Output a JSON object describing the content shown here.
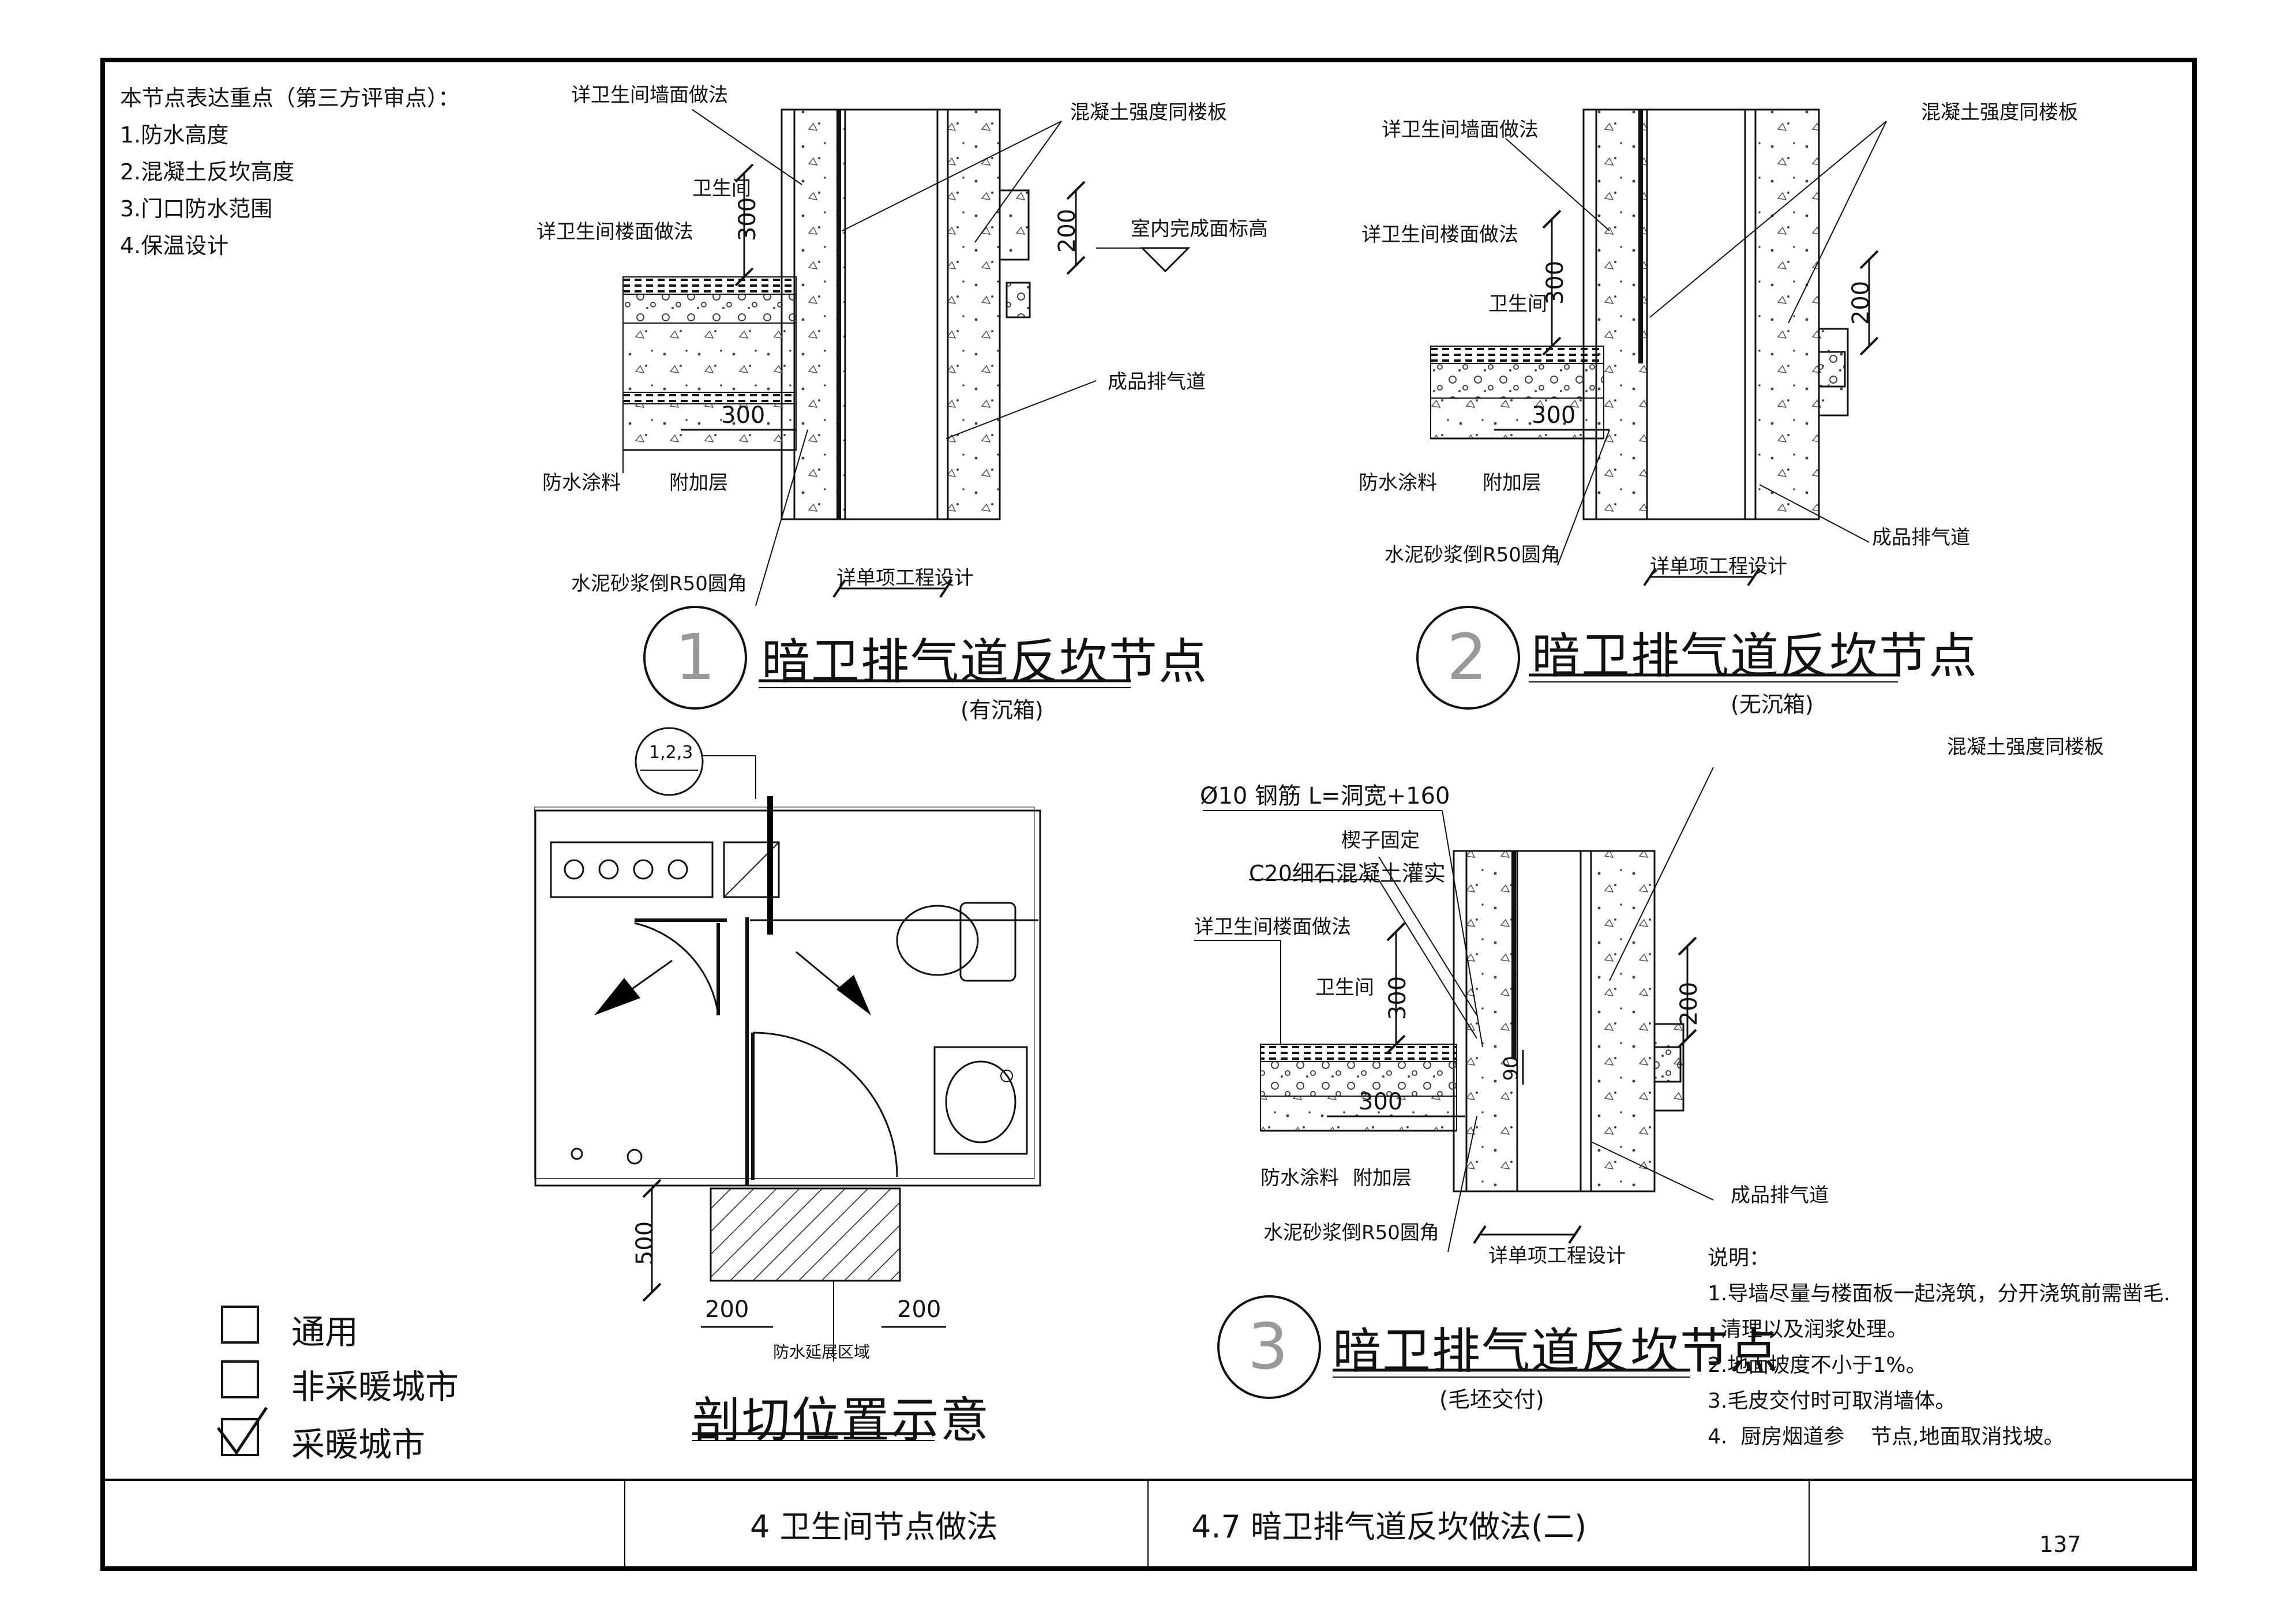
{
  "focus_points": {
    "heading": "本节点表达重点（第三方评审点）：",
    "items": [
      "1.防水高度",
      "2.混凝土反坎高度",
      "3.门口防水范围",
      "4.保温设计"
    ]
  },
  "node1": {
    "number": "1",
    "title": "暗卫排气道反坎节点",
    "subtitle": "(有沉箱)",
    "labels": {
      "wall_finish": "详卫生间墙面做法",
      "floor_finish": "详卫生间楼面做法",
      "room": "卫生间",
      "concrete": "混凝土强度同楼板",
      "floor_level": "室内完成面标高",
      "duct": "成品排气道",
      "waterproof": "防水涂料",
      "extra_layer": "附加层",
      "mortar": "水泥砂浆倒R50圆角",
      "project": "详单项工程设计"
    },
    "dims": {
      "wp_height": "300",
      "curb_height": "200",
      "extra_width": "300"
    }
  },
  "node2": {
    "number": "2",
    "title": "暗卫排气道反坎节点",
    "subtitle": "(无沉箱)",
    "labels": {
      "wall_finish": "详卫生间墙面做法",
      "floor_finish": "详卫生间楼面做法",
      "room": "卫生间",
      "concrete": "混凝土强度同楼板",
      "duct": "成品排气道",
      "waterproof": "防水涂料",
      "extra_layer": "附加层",
      "mortar": "水泥砂浆倒R50圆角",
      "project": "详单项工程设计"
    },
    "dims": {
      "wp_height": "300",
      "curb_height": "200",
      "extra_width": "300"
    }
  },
  "node3": {
    "number": "3",
    "title": "暗卫排气道反坎节点",
    "subtitle": "(毛坯交付)",
    "labels": {
      "rebar": "Ø10 钢筋 L=洞宽+160",
      "wedge": "楔子固定",
      "c20": "C20细石混凝土灌实",
      "floor_finish": "详卫生间楼面做法",
      "room": "卫生间",
      "concrete": "混凝土强度同楼板",
      "duct": "成品排气道",
      "waterproof": "防水涂料",
      "extra_layer": "附加层",
      "mortar": "水泥砂浆倒R50圆角",
      "project": "详单项工程设计"
    },
    "dims": {
      "wp_height": "300",
      "curb_height": "200",
      "extra_width": "300",
      "gap": "90"
    }
  },
  "plan": {
    "title": "剖切位置示意",
    "section_tag": "1,2,3",
    "dims": {
      "door_ext": "500",
      "side_left": "200",
      "side_right": "200"
    },
    "area_label": "防水延展区域"
  },
  "legend": {
    "items": [
      {
        "label": "通用",
        "checked": false
      },
      {
        "label": "非采暖城市",
        "checked": false
      },
      {
        "label": "采暖城市",
        "checked": true
      }
    ]
  },
  "notes": {
    "heading": "说明：",
    "items": [
      "1.导墙尽量与楼面板一起浇筑，分开浇筑前需凿毛.",
      "  清理以及润浆处理。",
      "2.地面坡度不小于1%。",
      "3.毛皮交付时可取消墙体。",
      "4.  厨房烟道参    节点,地面取消找坡。"
    ]
  },
  "title_block": {
    "chapter": "4  卫生间节点做法",
    "section": "4.7  暗卫排气道反坎做法(二)",
    "page": "137"
  }
}
